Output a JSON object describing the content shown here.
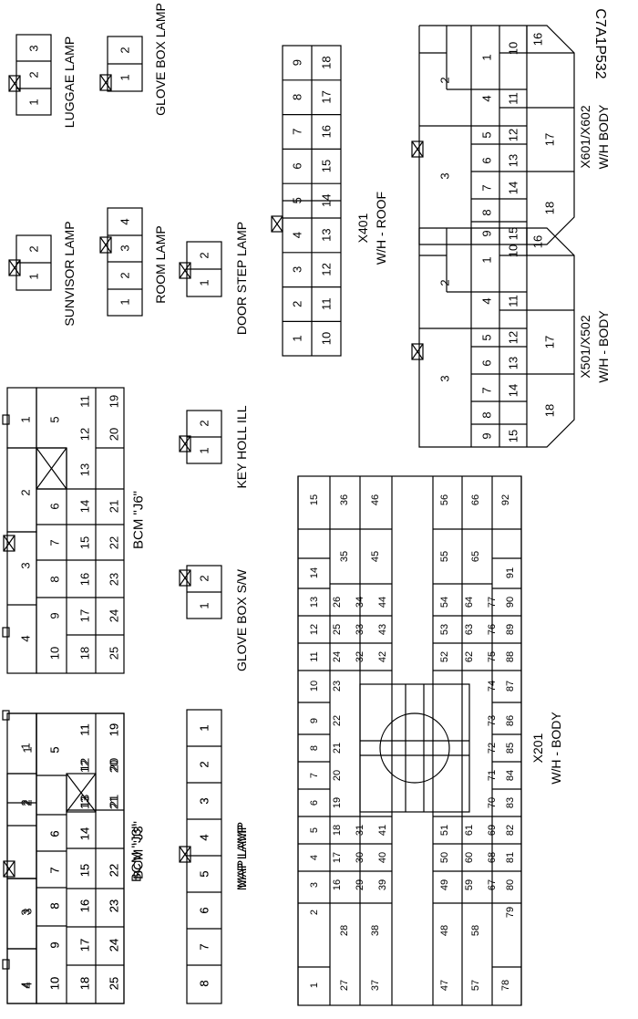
{
  "figure_code": "C7A1P532",
  "connectors": [
    {
      "id": "map-lamp",
      "label": "MAP LAMP",
      "pins": [
        "8",
        "7",
        "6",
        "5",
        "4",
        "3",
        "2",
        "1"
      ]
    },
    {
      "id": "bcm-j3",
      "label": "BCM \"J3\"",
      "pins": [
        "10",
        "9",
        "17",
        "18",
        "25",
        "24",
        "23",
        "16",
        "8",
        "3",
        "4",
        "7",
        "15",
        "22",
        "6",
        "2",
        "14",
        "13",
        "21",
        "12",
        "20",
        "5",
        "1",
        "11",
        "19"
      ]
    },
    {
      "id": "bcm-j6",
      "label": "BCM \"J6\"",
      "pins": [
        "10",
        "9",
        "17",
        "18",
        "25",
        "24",
        "23",
        "16",
        "8",
        "3",
        "4",
        "7",
        "15",
        "22",
        "6",
        "2",
        "14",
        "21",
        "13",
        "12",
        "20",
        "5",
        "1",
        "11",
        "19"
      ]
    },
    {
      "id": "glove-box-sw",
      "label": "GLOVE BOX S/W",
      "pins": [
        "1",
        "2"
      ]
    },
    {
      "id": "key-holl-ill",
      "label": "KEY HOLL ILL",
      "pins": [
        "1",
        "2"
      ]
    },
    {
      "id": "sunvisor-lamp",
      "label": "SUNVISOR LAMP",
      "pins": [
        "1",
        "2"
      ]
    },
    {
      "id": "luggae-lamp",
      "label": "LUGGAE LAMP",
      "pins": [
        "1",
        "2",
        "3"
      ]
    },
    {
      "id": "room-lamp",
      "label": "ROOM LAMP",
      "pins": [
        "1",
        "2",
        "3",
        "4"
      ]
    },
    {
      "id": "glove-box-lamp",
      "label": "GLOVE BOX LAMP",
      "pins": [
        "1",
        "2"
      ]
    },
    {
      "id": "door-step-lamp",
      "label": "DOOR STEP LAMP",
      "pins": [
        "1",
        "2"
      ]
    },
    {
      "id": "x401",
      "label": "X401",
      "sublabel": "W/H - ROOF",
      "pins": [
        "1",
        "2",
        "3",
        "4",
        "5",
        "6",
        "7",
        "8",
        "9",
        "10",
        "11",
        "12",
        "13",
        "14",
        "15",
        "16",
        "17",
        "18"
      ]
    },
    {
      "id": "x501",
      "label": "X501/X502",
      "sublabel": "W/H - BODY",
      "pins": [
        "3",
        "2",
        "1",
        "4",
        "5",
        "6",
        "7",
        "8",
        "9",
        "10",
        "11",
        "12",
        "13",
        "14",
        "15",
        "16",
        "17",
        "18"
      ]
    },
    {
      "id": "x601",
      "label": "X601/X602",
      "sublabel": "W/H  BODY",
      "pins": [
        "3",
        "2",
        "1",
        "4",
        "5",
        "6",
        "7",
        "8",
        "9",
        "10",
        "11",
        "12",
        "13",
        "14",
        "15",
        "16",
        "17",
        "18"
      ]
    },
    {
      "id": "x201",
      "label": "X201",
      "sublabel": "W/H - BODY",
      "pins": [
        "1",
        "2",
        "3",
        "4",
        "5",
        "6",
        "7",
        "8",
        "9",
        "10",
        "11",
        "12",
        "13",
        "14",
        "15",
        "16",
        "17",
        "18",
        "19",
        "20",
        "21",
        "22",
        "23",
        "24",
        "25",
        "26",
        "27",
        "28",
        "29",
        "30",
        "31",
        "32",
        "33",
        "34",
        "35",
        "36",
        "37",
        "38",
        "39",
        "40",
        "41",
        "42",
        "43",
        "44",
        "45",
        "46",
        "47",
        "48",
        "49",
        "50",
        "51",
        "52",
        "53",
        "54",
        "55",
        "56",
        "57",
        "58",
        "59",
        "60",
        "61",
        "62",
        "63",
        "64",
        "65",
        "66",
        "67",
        "68",
        "69",
        "70",
        "71",
        "72",
        "73",
        "74",
        "75",
        "76",
        "77",
        "78",
        "79",
        "80",
        "81",
        "82",
        "83",
        "84",
        "85",
        "86",
        "87",
        "88",
        "89",
        "90",
        "91",
        "92"
      ]
    }
  ]
}
